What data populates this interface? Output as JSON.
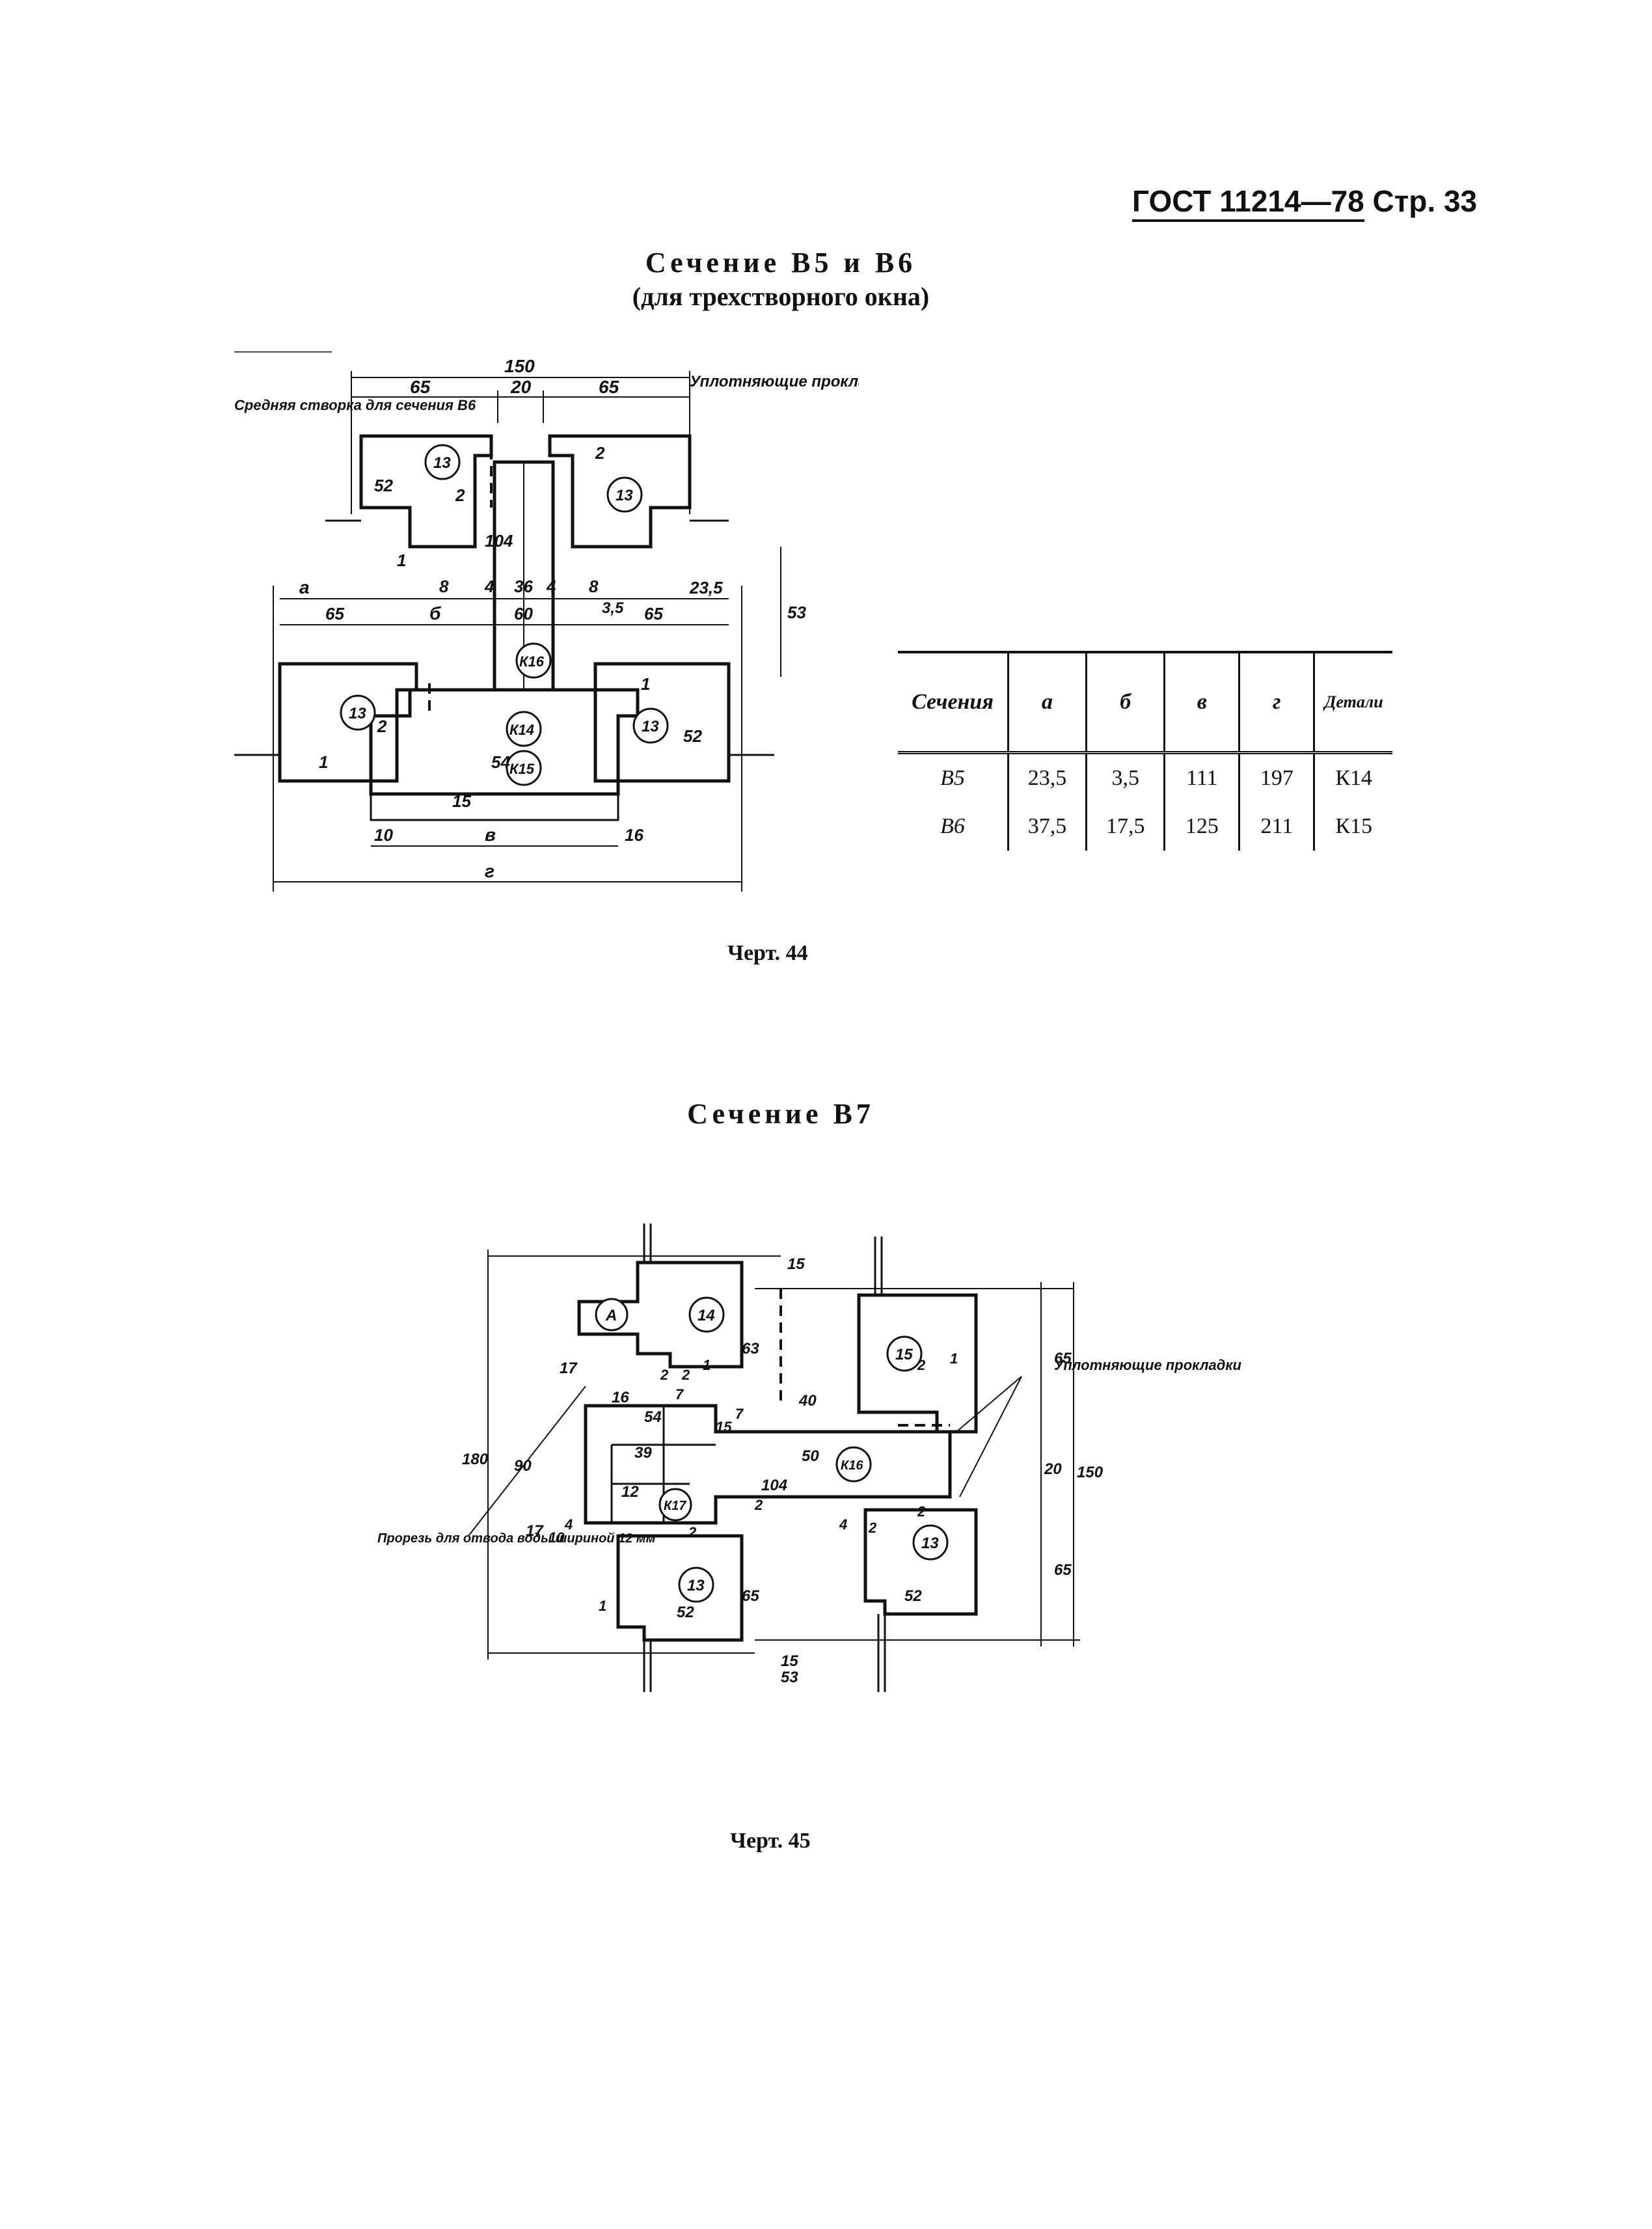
{
  "header": {
    "standard": "ГОСТ 11214—78",
    "page": "Стр. 33"
  },
  "fig44": {
    "title": "Сечение В5 и В6",
    "subtitle": "(для трехстворного окна)",
    "caption": "Черт. 44",
    "labels": {
      "dim_150": "150",
      "dim_65a": "65",
      "dim_20": "20",
      "dim_65b": "65",
      "seals": "Уплотняющие прокладки",
      "middle_sash": "Средняя створка для сечения В6",
      "dim_52a": "52",
      "dim_2a": "2",
      "dim_2b": "2",
      "dim_104": "104",
      "dim_1a": "1",
      "dim_8a": "8",
      "dim_4a": "4",
      "dim_36": "36",
      "dim_4b": "4",
      "dim_8b": "8",
      "dim_a": "а",
      "dim_23_5": "23,5",
      "dim_53": "53",
      "dim_65c": "65",
      "dim_b": "б",
      "dim_60": "60",
      "dim_3_5": "3,5",
      "dim_65d": "65",
      "dim_2c": "2",
      "dim_1b": "1",
      "dim_54": "54",
      "dim_52b": "52",
      "dim_1c": "1",
      "dim_15": "15",
      "dim_10": "10",
      "dim_16": "16",
      "dim_v": "в",
      "dim_g": "г",
      "part_13a": "13",
      "part_13b": "13",
      "part_13c": "13",
      "part_13d": "13",
      "part_k16": "К16",
      "part_k14": "К14",
      "part_k15": "К15"
    },
    "table": {
      "columns": [
        "Сечения",
        "а",
        "б",
        "в",
        "г",
        "Детали"
      ],
      "rows": [
        [
          "В5",
          "23,5",
          "3,5",
          "111",
          "197",
          "К14"
        ],
        [
          "В6",
          "37,5",
          "17,5",
          "125",
          "211",
          "К15"
        ]
      ]
    }
  },
  "fig45": {
    "title": "Сечение В7",
    "caption": "Черт. 45",
    "labels": {
      "dim_15a": "15",
      "dim_63": "63",
      "dim_180": "180",
      "dim_90": "90",
      "dim_17a": "17",
      "dim_17b": "17",
      "dim_10": "10",
      "dim_4": "4",
      "dim_16": "16",
      "dim_54": "54",
      "dim_39": "39",
      "dim_12": "12",
      "dim_2a": "2",
      "dim_2b": "2",
      "dim_2c": "2",
      "dim_1a": "1",
      "dim_7a": "7",
      "dim_15b": "15",
      "dim_7b": "7",
      "dim_40": "40",
      "dim_50": "50",
      "dim_104": "104",
      "dim_2d": "2",
      "dim_4b": "4",
      "dim_2e": "2",
      "dim_65a": "65",
      "dim_65b": "65",
      "dim_65c": "65",
      "dim_20": "20",
      "dim_150": "150",
      "dim_52a": "52",
      "dim_52b": "52",
      "dim_15c": "15",
      "dim_53": "53",
      "dim_1b": "1",
      "dim_1c": "1",
      "dim_2f": "2",
      "dim_2g": "2",
      "seals": "Уплотняющие прокладки",
      "slot_note": "Прорезь для отвода воды шириной 12 мм",
      "part_a": "А",
      "part_14": "14",
      "part_15": "15",
      "part_13a": "13",
      "part_13b": "13",
      "part_k16": "К16",
      "part_k17": "К17"
    }
  }
}
